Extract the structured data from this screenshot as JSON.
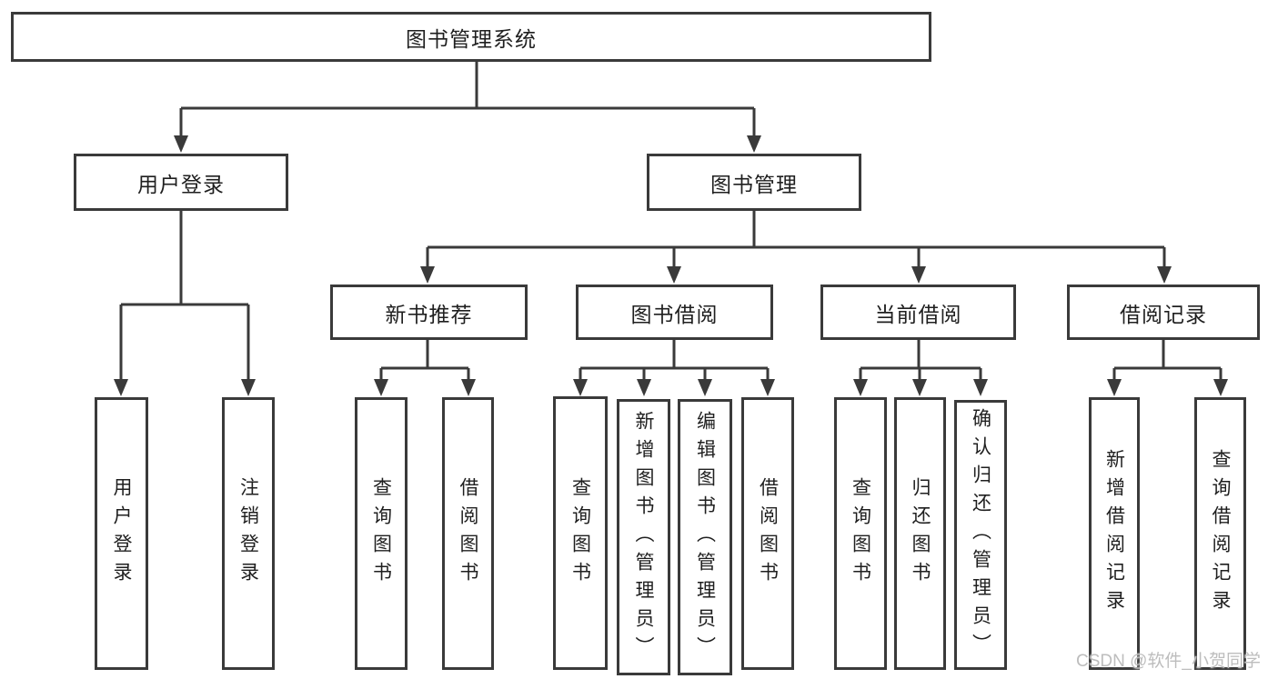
{
  "tree": {
    "root": "图书管理系统",
    "branches": [
      {
        "label": "用户登录",
        "children": [
          "用户登录",
          "注销登录"
        ]
      },
      {
        "label": "图书管理",
        "sections": [
          {
            "label": "新书推荐",
            "children": [
              "查询图书",
              "借阅图书"
            ]
          },
          {
            "label": "图书借阅",
            "children": [
              "查询图书",
              "新增图书（管理员）",
              "编辑图书（管理员）",
              "借阅图书"
            ]
          },
          {
            "label": "当前借阅",
            "children": [
              "查询图书",
              "归还图书",
              "确认归还（管理员）"
            ]
          },
          {
            "label": "借阅记录",
            "children": [
              "新增借阅记录",
              "查询借阅记录"
            ]
          }
        ]
      }
    ]
  },
  "watermark": "CSDN @软件_小贺同学",
  "colors": {
    "line": "#3a3a3a",
    "box_border": "#3a3a3a",
    "text": "#1f1f1f",
    "watermark": "#bdbdbd",
    "background": "#ffffff"
  }
}
